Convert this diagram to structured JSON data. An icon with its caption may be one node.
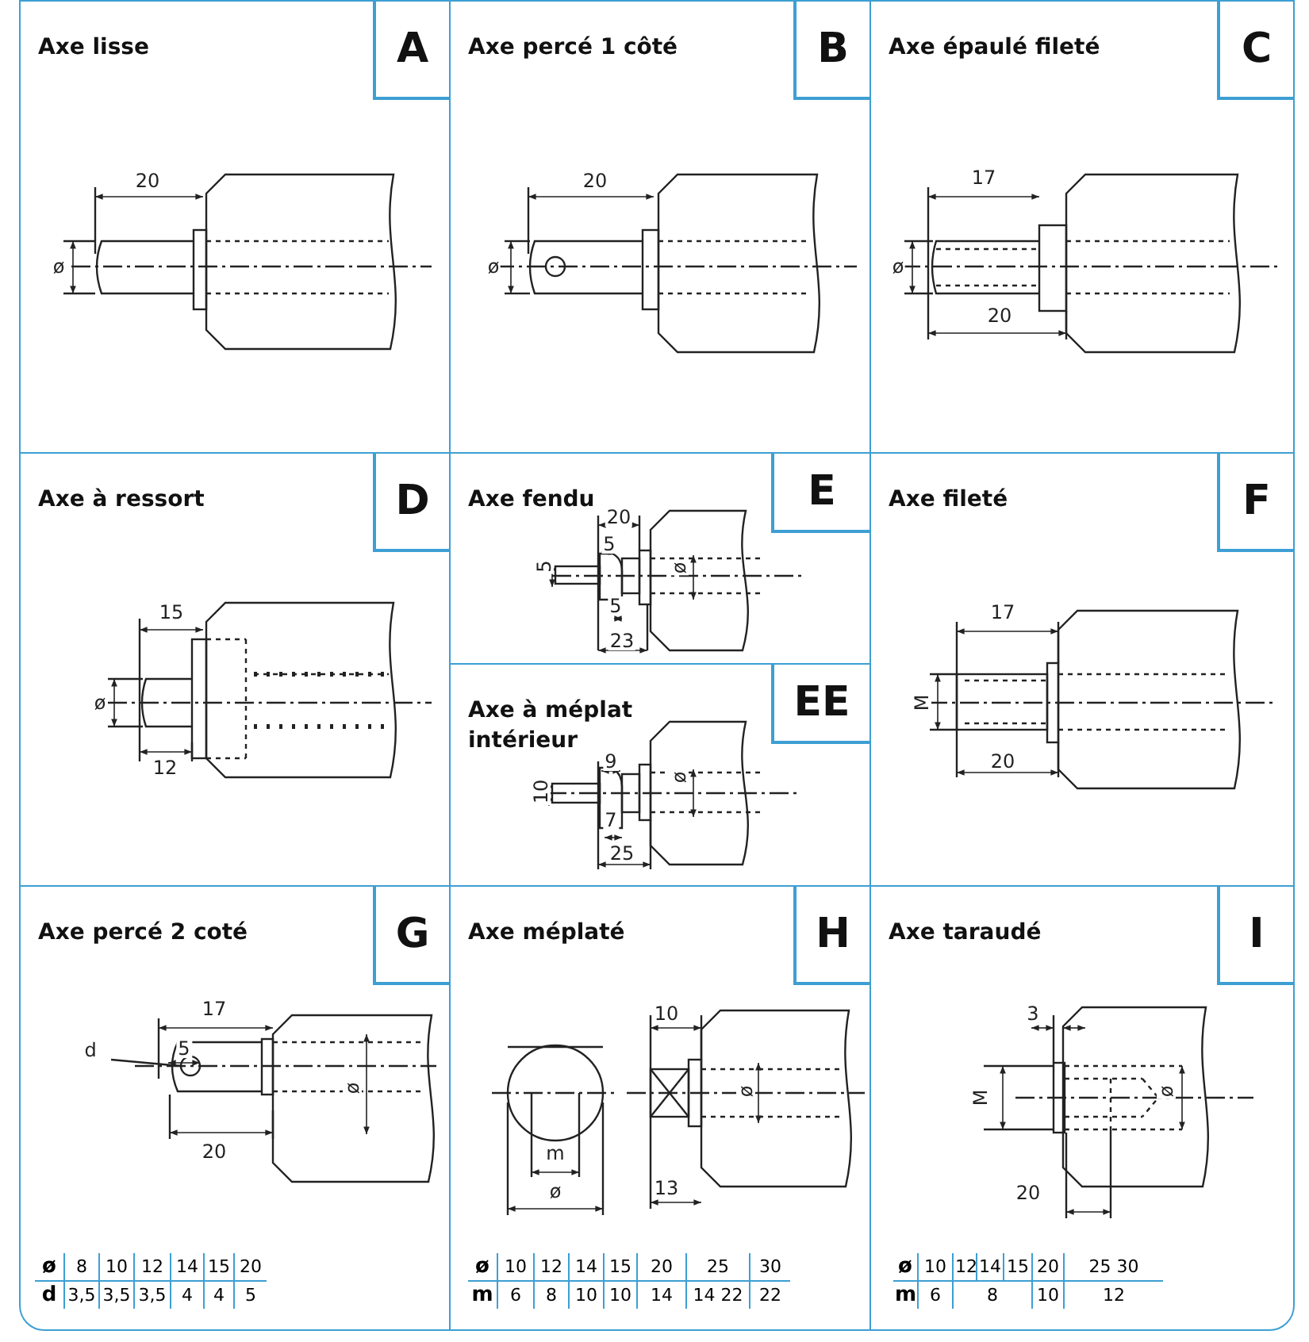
{
  "diagram": {
    "nodes": [
      {
        "text": [
          "Axe lisse"
        ]
      },
      {
        "text": [
          "A"
        ],
        "in": 0
      },
      {
        "text": [
          "Axe percé 1 côté"
        ]
      },
      {
        "text": [
          "B"
        ],
        "in": 2
      },
      {
        "text": [
          "Axe épaulé fileté"
        ]
      },
      {
        "text": [
          "C"
        ],
        "in": 4
      },
      {
        "text": [
          "Axe à ressort"
        ]
      },
      {
        "text": [
          "D"
        ],
        "in": 6
      },
      {
        "text": [
          "Axe fendu"
        ]
      },
      {
        "text": [
          "E"
        ],
        "in": 8
      },
      {
        "text": [
          "Axe à méplat intérieur"
        ]
      },
      {
        "text": [
          "EE"
        ],
        "in": 10
      },
      {
        "text": [
          "Axe fileté"
        ]
      },
      {
        "text": [
          "F"
        ],
        "in": 12
      },
      {
        "text": [
          "Axe percé 2 coté"
        ]
      },
      {
        "text": [
          "G"
        ],
        "in": 14
      },
      {
        "text": [
          "Axe méplaté"
        ]
      },
      {
        "text": [
          "H"
        ],
        "in": 16
      },
      {
        "text": [
          "Axe taraudé"
        ]
      },
      {
        "text": [
          "I"
        ],
        "in": 18
      }
    ],
    "labels": [
      "20",
      "ø",
      "20",
      "ø",
      "17",
      "ø",
      "20",
      "15",
      "ø",
      "12",
      "20",
      "5",
      "5",
      "ø",
      "5",
      "23",
      "9",
      "10",
      "ø",
      "7",
      "25",
      "17",
      "M",
      "20",
      "17",
      "d",
      "5",
      "ø",
      "20",
      "ø",
      "8",
      "10",
      "12",
      "14",
      "15",
      "20",
      "d",
      "3,5",
      "3,5",
      "3,5",
      "4",
      "4",
      "5",
      "10",
      "ø",
      "m",
      "ø",
      "13",
      "ø",
      "10",
      "12",
      "14",
      "15",
      "20",
      "25",
      "30",
      "m",
      "6",
      "8",
      "10",
      "10",
      "14",
      "14 22",
      "22",
      "3",
      "M",
      "ø",
      "20",
      "ø",
      "10",
      "12",
      "14",
      "15",
      "20",
      "25 30",
      "m",
      "6",
      "8",
      "10",
      "12"
    ]
  }
}
